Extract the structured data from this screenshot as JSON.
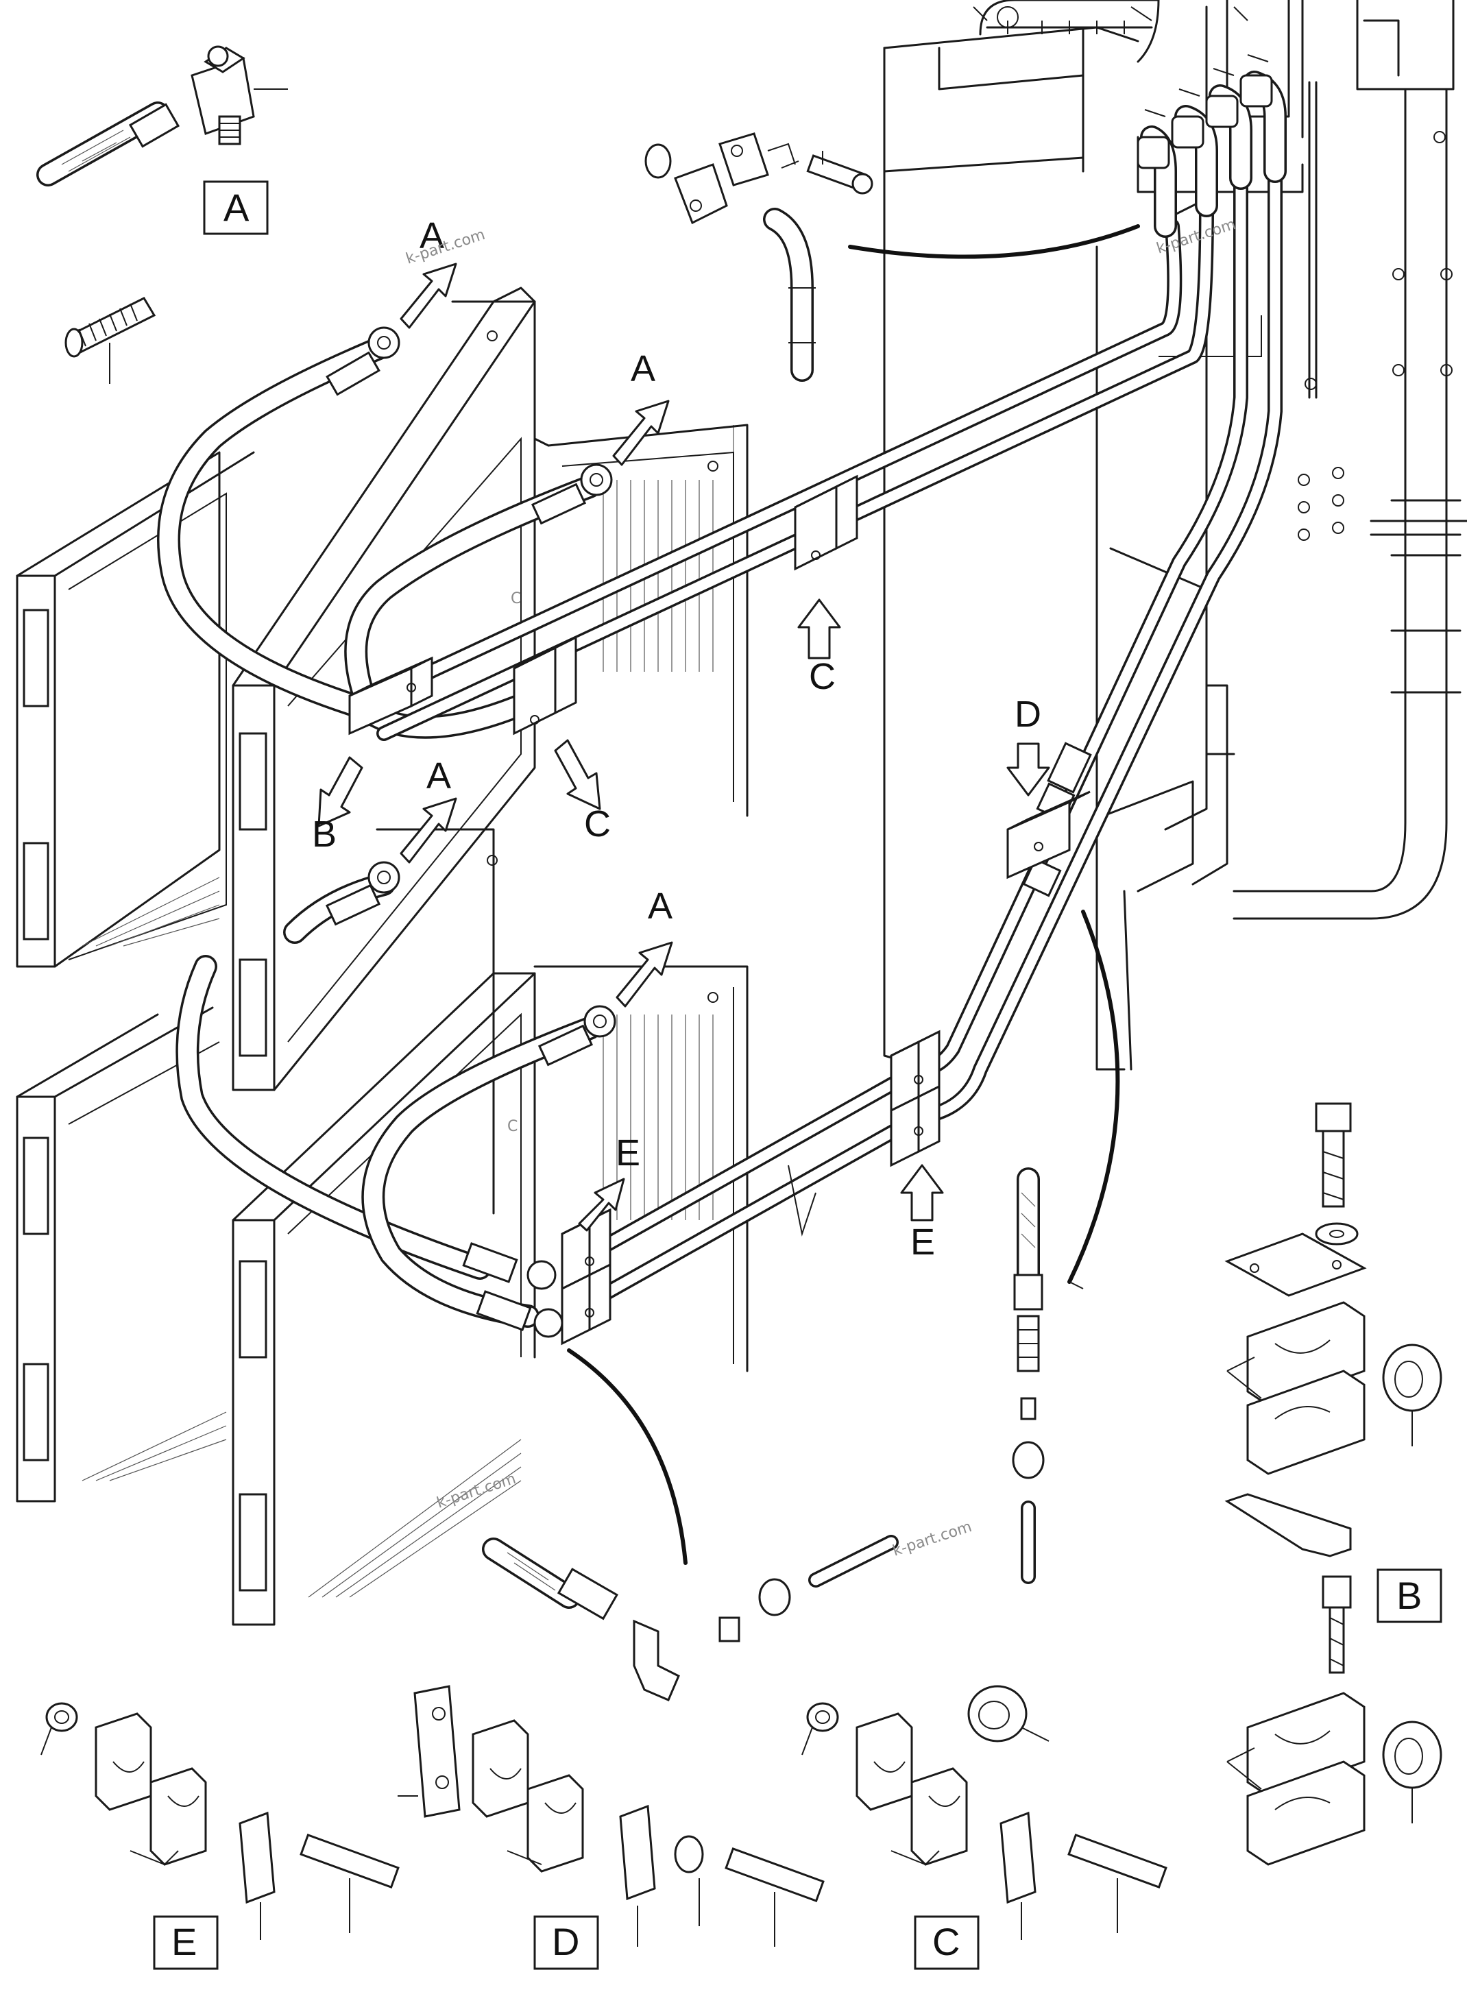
{
  "detail_labels": {
    "a": "A",
    "b": "B",
    "c": "C",
    "d": "D",
    "e": "E"
  },
  "callouts": {
    "a1": "A",
    "a2": "A",
    "a3": "A",
    "a4": "A",
    "b": "B",
    "c1": "C",
    "c2": "C",
    "d": "D",
    "e1": "E",
    "e2": "E"
  },
  "watermark": "k-part.com",
  "radiator_mark": "C"
}
